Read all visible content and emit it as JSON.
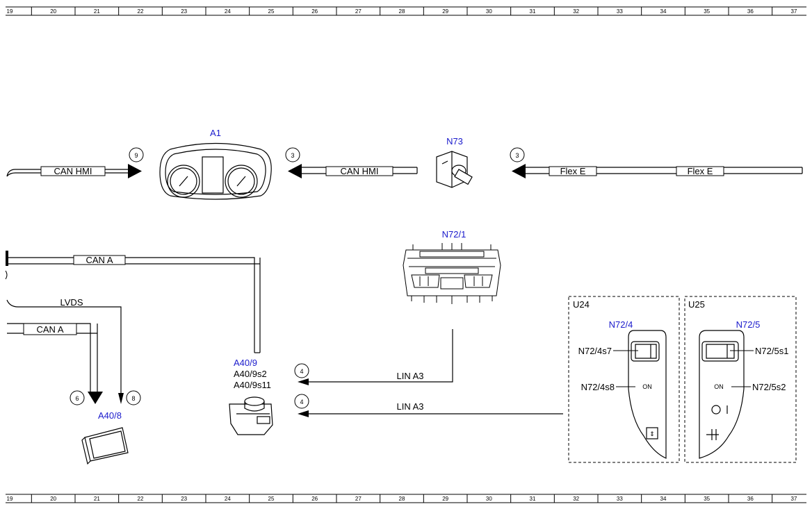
{
  "ruler": [
    "19",
    "20",
    "21",
    "22",
    "23",
    "24",
    "25",
    "26",
    "27",
    "28",
    "29",
    "30",
    "31",
    "32",
    "33",
    "34",
    "35",
    "36",
    "37"
  ],
  "components": {
    "a1": "A1",
    "n73": "N73",
    "n72_1": "N72/1",
    "a40_9": "A40/9",
    "a40_9s2": "A40/9s2",
    "a40_9s11": "A40/9s11",
    "a40_8": "A40/8",
    "n72_4": "N72/4",
    "n72_5": "N72/5",
    "n72_4s7": "N72/4s7",
    "n72_4s8": "N72/4s8",
    "n72_5s1": "N72/5s1",
    "n72_5s2": "N72/5s2"
  },
  "groups": {
    "u24": "U24",
    "u25": "U25"
  },
  "buses": {
    "can_hmi_left": "CAN HMI",
    "can_hmi_mid": "CAN HMI",
    "flex_e_1": "Flex E",
    "flex_e_2": "Flex E",
    "can_a_1": "CAN A",
    "can_a_2": "CAN A",
    "lvds": "LVDS",
    "lin_a3_1": "LIN A3",
    "lin_a3_2": "LIN A3"
  },
  "markers": {
    "m9": "9",
    "m3a": "3",
    "m3b": "3",
    "m4a": "4",
    "m4b": "4",
    "m6": "6",
    "m8": "8"
  },
  "switch_text": {
    "on_left": "ON",
    "on_right": "ON"
  },
  "colors": {
    "component_label": "#1a1acc",
    "line": "#000000"
  }
}
